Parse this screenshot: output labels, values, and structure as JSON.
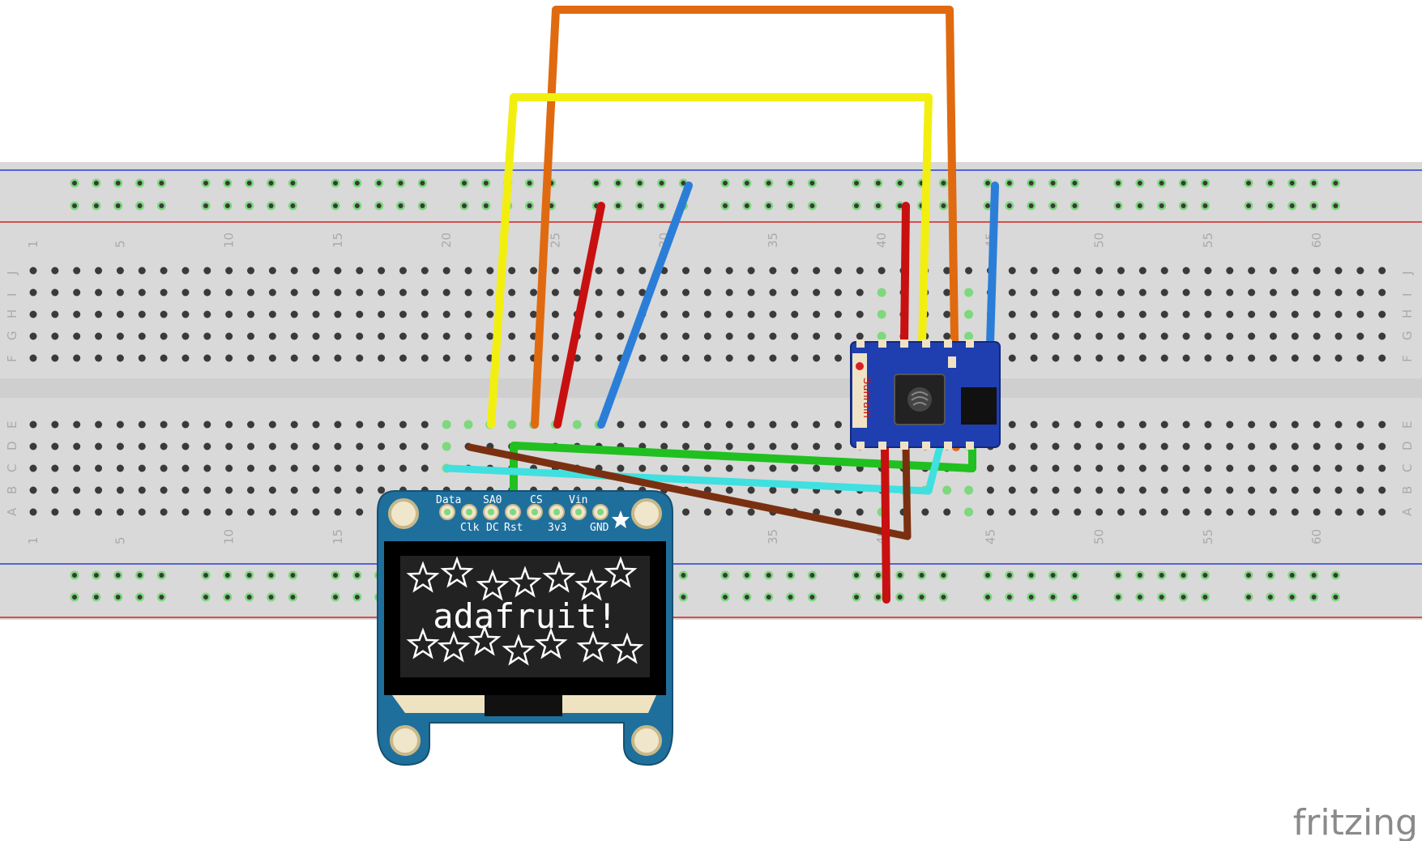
{
  "breadboard": {
    "column_numbers": [
      "1",
      "5",
      "10",
      "15",
      "20",
      "25",
      "30",
      "35",
      "40",
      "45",
      "50",
      "55",
      "60"
    ],
    "column_values": [
      1,
      5,
      10,
      15,
      20,
      25,
      30,
      35,
      40,
      45,
      50,
      55,
      60
    ],
    "row_letters_top": [
      "J",
      "I",
      "H",
      "G",
      "F"
    ],
    "row_letters_bottom": [
      "E",
      "D",
      "C",
      "B",
      "A"
    ]
  },
  "oled": {
    "pins_top": [
      "Data",
      "SA0",
      "CS",
      "Vin"
    ],
    "pins_bottom": [
      "Clk",
      "DC",
      "Rst",
      "3v3",
      "GND"
    ],
    "screen_text": "adafruit!"
  },
  "esp": {
    "brand": "Sunrain"
  },
  "watermark": "fritzing",
  "colors": {
    "board": "#d9d9d9",
    "rail_blue": "#2a3cd8",
    "rail_red": "#d82020",
    "hole": "#3a3a3a",
    "hole_connected": "#7ed87e",
    "oled_pcb": "#1f6f9c",
    "esp_pcb": "#1f3fb0",
    "wire_orange": "#e06a10",
    "wire_yellow": "#f2ef10",
    "wire_red": "#c81010",
    "wire_blue": "#2b7ed8",
    "wire_green": "#20c020",
    "wire_cyan": "#40e0e0",
    "wire_brown": "#7a3010"
  },
  "icons": [
    "oled-star-logo-icon",
    "esp-chip-logo-icon"
  ]
}
